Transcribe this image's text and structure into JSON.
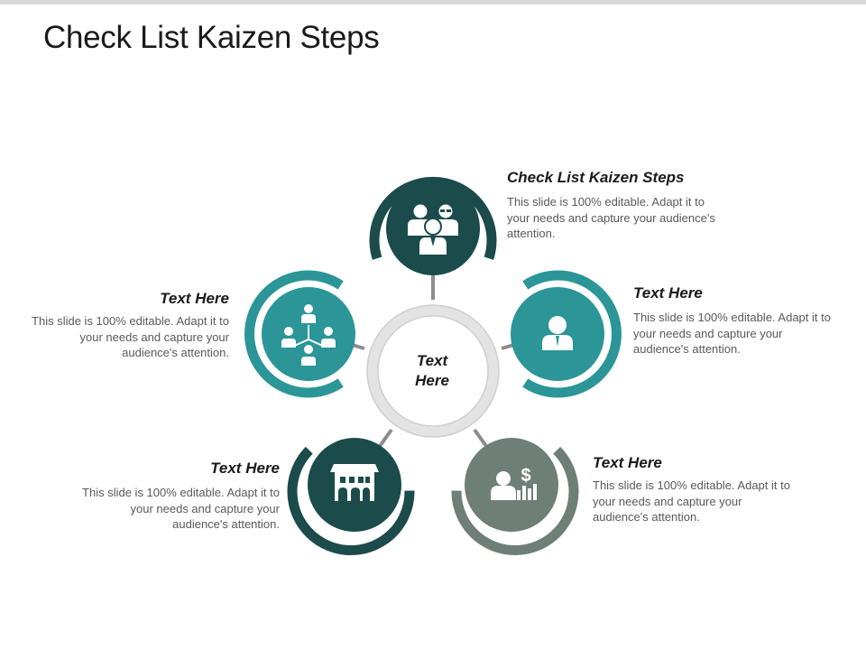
{
  "title": "Check List Kaizen Steps",
  "center": {
    "label_line1": "Text",
    "label_line2": "Here"
  },
  "steps": [
    {
      "heading": "Check List Kaizen Steps",
      "body": "This slide is 100% editable. Adapt it to your needs and capture your audience's attention.",
      "icon": "group-of-people-icon",
      "color": "#1b4b4b"
    },
    {
      "heading": "Text Here",
      "body": "This slide is 100% editable. Adapt it to your needs and capture your audience's attention.",
      "icon": "businessman-icon",
      "color": "#2b9597"
    },
    {
      "heading": "Text Here",
      "body": "This slide is 100% editable. Adapt it to your needs and capture your audience's attention.",
      "icon": "person-dollar-chart-icon",
      "color": "#6d7f77"
    },
    {
      "heading": "Text Here",
      "body": "This slide is 100% editable. Adapt it to your needs and capture your audience's attention.",
      "icon": "building-icon",
      "color": "#1b4b4b"
    },
    {
      "heading": "Text Here",
      "body": "This slide is 100% editable. Adapt it to your needs and capture your audience's attention.",
      "icon": "org-chart-icon",
      "color": "#2b9597"
    }
  ],
  "colors": {
    "dark_teal": "#1b4b4b",
    "teal": "#2b9597",
    "gray_green": "#6d7f77",
    "connector": "#8c8c8c",
    "center_ring": "#dcdcdc"
  }
}
